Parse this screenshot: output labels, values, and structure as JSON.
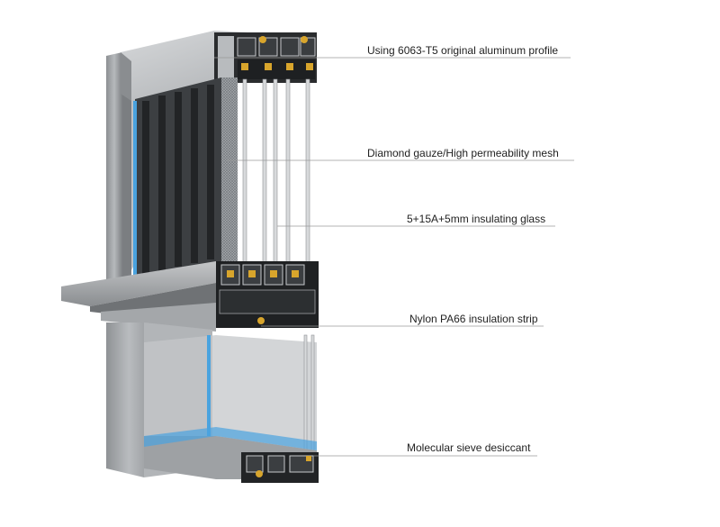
{
  "callouts": [
    {
      "id": "profile",
      "text": "Using 6063-T5 original aluminum profile"
    },
    {
      "id": "mesh",
      "text": "Diamond gauze/High permeability mesh"
    },
    {
      "id": "glass",
      "text": "5+15A+5mm insulating glass"
    },
    {
      "id": "strip",
      "text": "Nylon PA66 insulation strip"
    },
    {
      "id": "desiccant",
      "text": "Molecular sieve desiccant"
    }
  ],
  "colors": {
    "aluminum_light": "#c9cbcd",
    "aluminum_mid": "#9fa2a5",
    "aluminum_dark": "#6f7275",
    "profile_black": "#1d1f21",
    "mesh": "#8b8f93",
    "glass_edge": "#d8dadc",
    "insulation_gold": "#d8a52c",
    "highlight_blue": "#4aa3df"
  }
}
